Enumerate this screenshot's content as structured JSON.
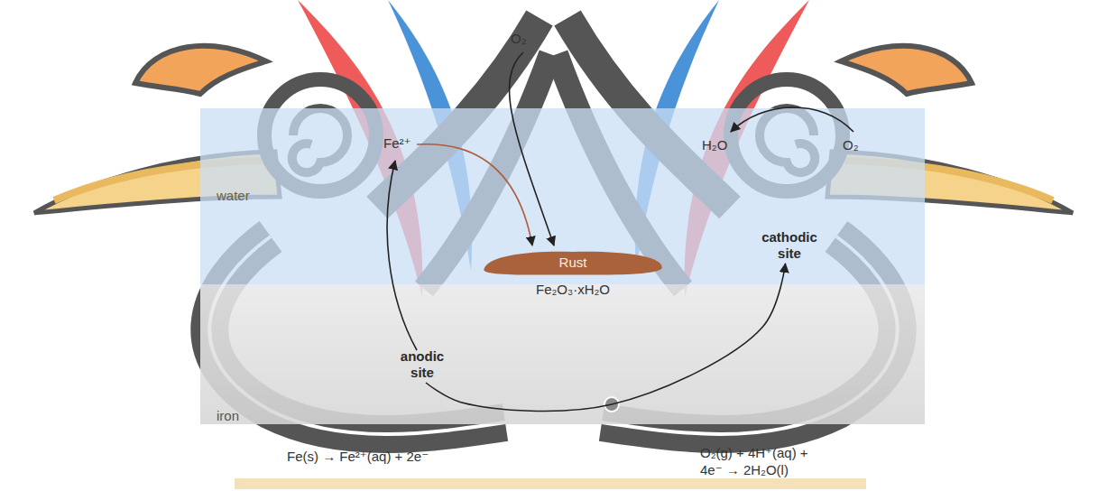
{
  "diagram": {
    "nodes": [
      {
        "text": [
          "Rust",
          "Fe₂O₃·xH₂O"
        ]
      },
      {
        "text": [
          "anodic site"
        ]
      },
      {
        "text": [
          "cathodic site"
        ]
      }
    ],
    "edges": [
      {
        "from": 1,
        "to": 2,
        "arrow": "to"
      }
    ],
    "labels": [
      "water",
      "Fe²⁺",
      "O₂",
      "H₂O",
      "O₂",
      "iron",
      "Fe(s) → Fe²⁺(aq) + 2e⁻",
      "O₂(g) + 4H⁺(aq) + 4e⁻ → 2H₂O(l)"
    ]
  }
}
